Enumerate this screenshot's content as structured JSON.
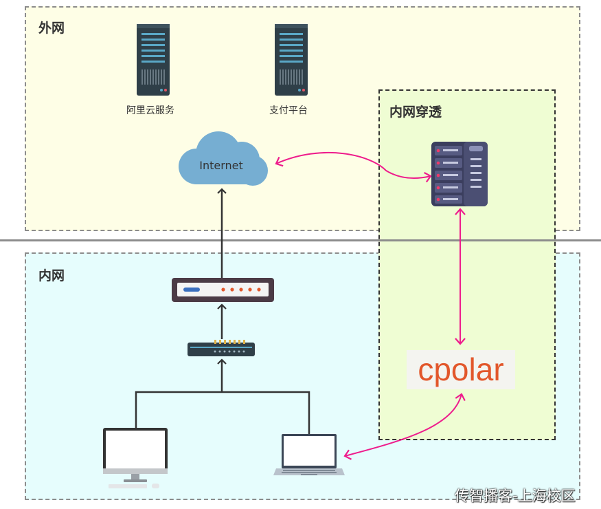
{
  "zones": {
    "external": {
      "label": "外网",
      "bg": "#fefee6",
      "border": "#8c8c8c"
    },
    "internal": {
      "label": "内网",
      "bg": "#e6fdfd",
      "border": "#8c8c8c"
    },
    "tunnel": {
      "label": "内网穿透",
      "bg": "#effdd3",
      "border": "#333333"
    }
  },
  "nodes": {
    "aliyun_server": {
      "label": "阿里云服务",
      "icon": "server-tower-icon"
    },
    "payment_server": {
      "label": "支付平台",
      "icon": "server-tower-icon"
    },
    "internet": {
      "label": "Internet",
      "icon": "cloud-icon",
      "color": "#76aed2"
    },
    "tunnel_server": {
      "icon": "server-rack-icon"
    },
    "router": {
      "icon": "router-icon"
    },
    "switch": {
      "icon": "switch-icon"
    },
    "desktop": {
      "icon": "desktop-monitor-icon"
    },
    "laptop": {
      "icon": "laptop-icon"
    },
    "cpolar": {
      "label": "cpolar",
      "color": "#e2572b"
    }
  },
  "colors": {
    "tunnel_arrow": "#ee1c8c",
    "link_arrow": "#333333",
    "divider": "#8c8c8c"
  },
  "watermark": "传智播客-上海校区"
}
